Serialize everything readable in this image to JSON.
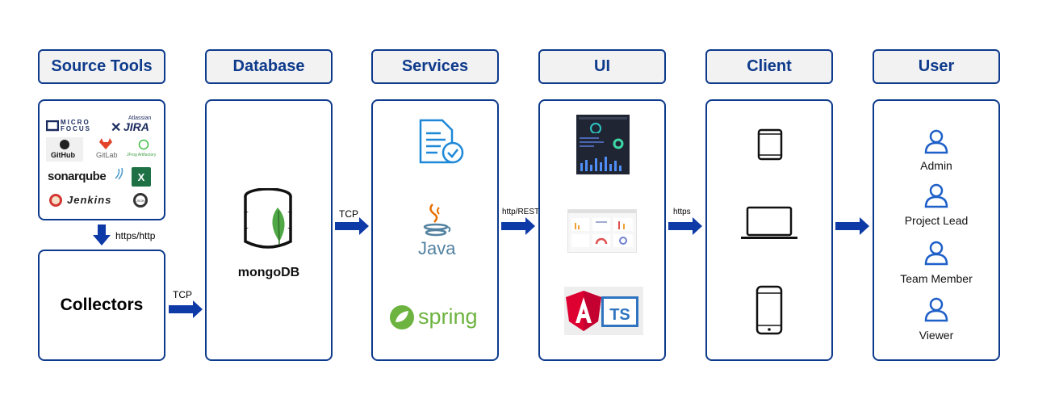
{
  "columns": {
    "source_tools": "Source Tools",
    "database": "Database",
    "services": "Services",
    "ui": "UI",
    "client": "Client",
    "user": "User"
  },
  "source_logos": {
    "microfocus_1": "MICRO",
    "microfocus_2": "FOCUS",
    "atlassian": "Atlassian",
    "jira": "JIRA",
    "github": "GitHub",
    "gitlab": "GitLab",
    "jfrog": "JFrog Artifactory",
    "sonarqube": "sonarqube",
    "jenkins": "Jenkins",
    "json": "JSON"
  },
  "collectors": "Collectors",
  "database_label": "mongoDB",
  "services_logos": {
    "java": "Java",
    "spring": "spring"
  },
  "ui_logos": {
    "ts": "TS"
  },
  "connections": {
    "source_to_collectors": "https/http",
    "collectors_to_db": "TCP",
    "db_to_services": "TCP",
    "services_to_ui": "http/REST",
    "ui_to_client": "https"
  },
  "users": [
    "Admin",
    "Project Lead",
    "Team Member",
    "Viewer"
  ],
  "colors": {
    "border": "#0e3a8c",
    "arrow": "#0e3aa8",
    "header_bg": "#f2f2f2"
  }
}
